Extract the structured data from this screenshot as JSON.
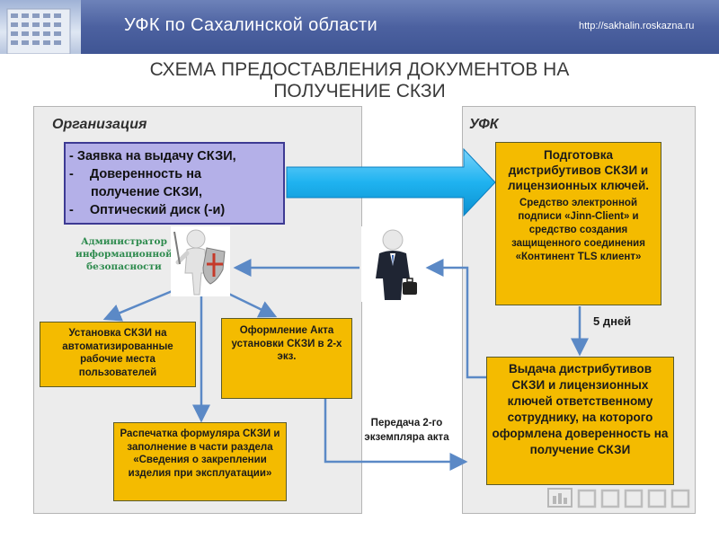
{
  "header": {
    "title": "УФК по Сахалинской области",
    "url": "http://sakhalin.roskazna.ru"
  },
  "slide": {
    "title_line1": "СХЕМА ПРЕДОСТАВЛЕНИЯ ДОКУМЕНТОВ НА",
    "title_line2": "ПОЛУЧЕНИЕ СКЗИ"
  },
  "panels": {
    "org_label": "Организация",
    "ufk_label": "УФК"
  },
  "request": {
    "line1": "- Заявка на выдачу СКЗИ,",
    "line2_bullet": "-",
    "line2": "Доверенность на",
    "line3": "получение СКЗИ,",
    "line4_bullet": "-",
    "line4": "Оптический диск (-и)"
  },
  "admin_label": "Администратор информационной безопасности",
  "prep_box": {
    "main": "Подготовка дистрибутивов СКЗИ и лицензионных ключей.",
    "sub": "Средство электронной подписи «Jinn-Client» и средство создания защищенного соединения «Континент TLS клиент»"
  },
  "days_label": "5 дней",
  "issue_box": "Выдача дистрибутивов СКЗИ и лицензионных ключей ответственному сотруднику, на которого оформлена доверенность на получение СКЗИ",
  "install_box": "Установка СКЗИ на автоматизированные рабочие места пользователей",
  "act_box": "Оформление Акта установки СКЗИ в 2-х экз.",
  "print_box": "Распечатка формуляра СКЗИ и заполнение в части раздела «Сведения о закреплении изделия при эксплуатации»",
  "transfer_label": "Передача 2-го экземпляра акта",
  "colors": {
    "header": "#4c61a0",
    "request_fill": "#b4b0e8",
    "request_border": "#3d3a93",
    "box_fill": "#f4bb00",
    "arrow_blue": "#1fb3f0",
    "connector": "#5b89c6",
    "admin_label": "#2e8b4e"
  },
  "icons": [
    "building-photo",
    "admin-with-shield-icon",
    "manager-with-briefcase-icon",
    "watermark-logo"
  ]
}
